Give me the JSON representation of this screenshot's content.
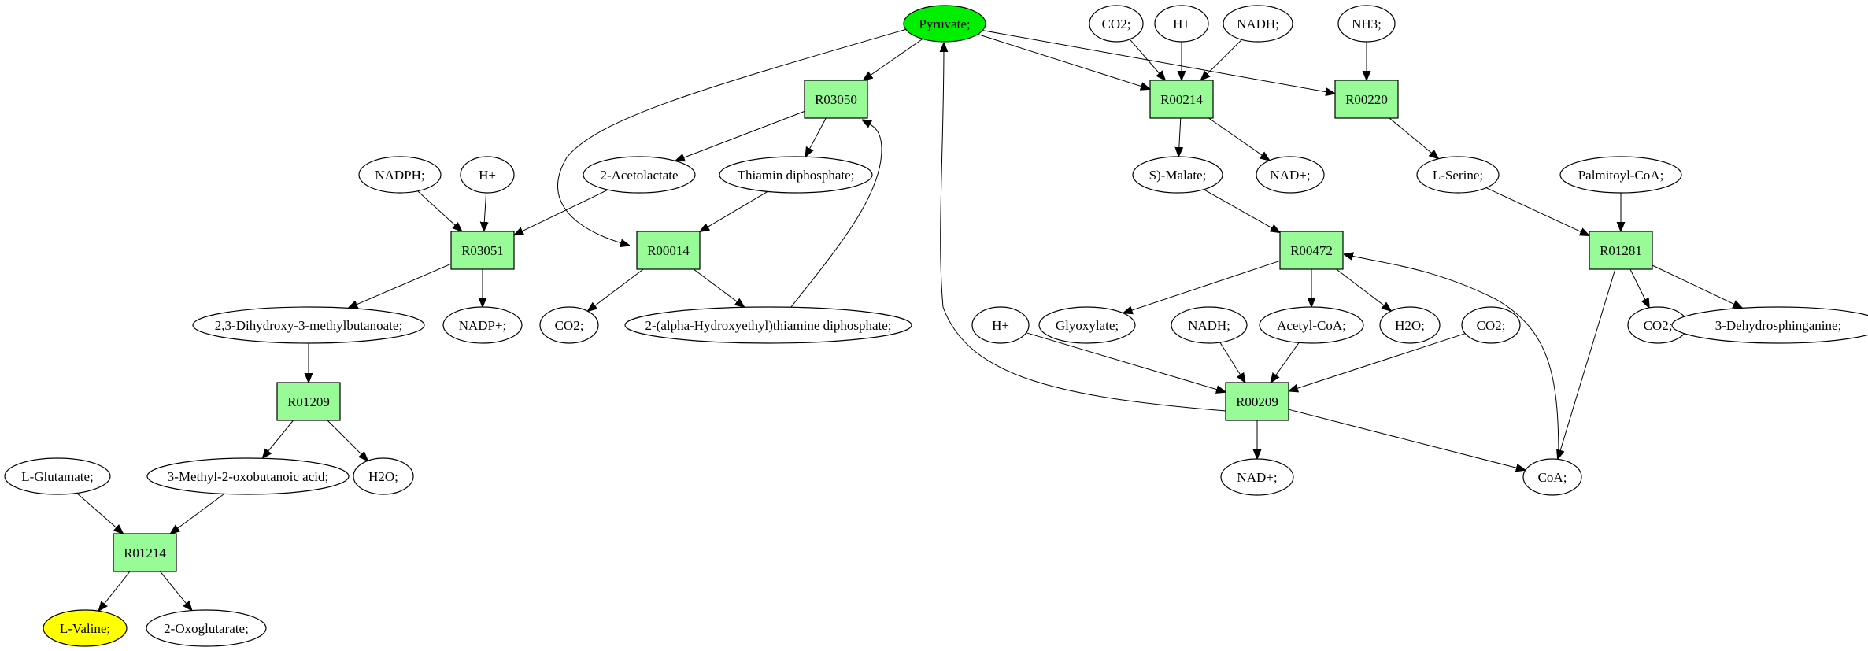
{
  "title": "Metabolic pathway graph",
  "colors": {
    "reaction_fill": "#98fb98",
    "compound_fill": "#ffffff",
    "source_fill": "#00ee00",
    "target_fill": "#ffff00",
    "stroke": "#000000"
  },
  "nodes": [
    {
      "id": "pyruvate",
      "label": "Pyruvate;",
      "kind": "source"
    },
    {
      "id": "co2_a",
      "label": "CO2;",
      "kind": "compound"
    },
    {
      "id": "hplus_a",
      "label": "H+",
      "kind": "compound"
    },
    {
      "id": "nadh_a",
      "label": "NADH;",
      "kind": "compound"
    },
    {
      "id": "nh3",
      "label": "NH3;",
      "kind": "compound"
    },
    {
      "id": "R03050",
      "label": "R03050",
      "kind": "reaction"
    },
    {
      "id": "R00214",
      "label": "R00214",
      "kind": "reaction"
    },
    {
      "id": "R00220",
      "label": "R00220",
      "kind": "reaction"
    },
    {
      "id": "nadph",
      "label": "NADPH;",
      "kind": "compound"
    },
    {
      "id": "hplus_b",
      "label": "H+",
      "kind": "compound"
    },
    {
      "id": "acetolactate",
      "label": "2-Acetolactate",
      "kind": "compound"
    },
    {
      "id": "thiamin",
      "label": "Thiamin diphosphate;",
      "kind": "compound"
    },
    {
      "id": "malate",
      "label": "S)-Malate;",
      "kind": "compound"
    },
    {
      "id": "nadplus_a",
      "label": "NAD+;",
      "kind": "compound"
    },
    {
      "id": "serine",
      "label": "L-Serine;",
      "kind": "compound"
    },
    {
      "id": "palmitoyl",
      "label": "Palmitoyl-CoA;",
      "kind": "compound"
    },
    {
      "id": "R03051",
      "label": "R03051",
      "kind": "reaction"
    },
    {
      "id": "R00014",
      "label": "R00014",
      "kind": "reaction"
    },
    {
      "id": "R00472",
      "label": "R00472",
      "kind": "reaction"
    },
    {
      "id": "R01281",
      "label": "R01281",
      "kind": "reaction"
    },
    {
      "id": "dihydroxy",
      "label": "2,3-Dihydroxy-3-methylbutanoate;",
      "kind": "compound"
    },
    {
      "id": "nadpplus",
      "label": "NADP+;",
      "kind": "compound"
    },
    {
      "id": "co2_b",
      "label": "CO2;",
      "kind": "compound"
    },
    {
      "id": "hydroxyethyl",
      "label": "2-(alpha-Hydroxyethyl)thiamine diphosphate;",
      "kind": "compound"
    },
    {
      "id": "hplus_c",
      "label": "H+",
      "kind": "compound"
    },
    {
      "id": "glyoxylate",
      "label": "Glyoxylate;",
      "kind": "compound"
    },
    {
      "id": "nadh_b",
      "label": "NADH;",
      "kind": "compound"
    },
    {
      "id": "acetylcoa",
      "label": "Acetyl-CoA;",
      "kind": "compound"
    },
    {
      "id": "h2o_a",
      "label": "H2O;",
      "kind": "compound"
    },
    {
      "id": "co2_c",
      "label": "CO2;",
      "kind": "compound"
    },
    {
      "id": "co2_d",
      "label": "CO2;",
      "kind": "compound"
    },
    {
      "id": "dehydrosphinganine",
      "label": "3-Dehydrosphinganine;",
      "kind": "compound"
    },
    {
      "id": "R01209",
      "label": "R01209",
      "kind": "reaction"
    },
    {
      "id": "R00209",
      "label": "R00209",
      "kind": "reaction"
    },
    {
      "id": "glutamate",
      "label": "L-Glutamate;",
      "kind": "compound"
    },
    {
      "id": "methyloxo",
      "label": "3-Methyl-2-oxobutanoic acid;",
      "kind": "compound"
    },
    {
      "id": "h2o_b",
      "label": "H2O;",
      "kind": "compound"
    },
    {
      "id": "nadplus_b",
      "label": "NAD+;",
      "kind": "compound"
    },
    {
      "id": "coa",
      "label": "CoA;",
      "kind": "compound"
    },
    {
      "id": "R01214",
      "label": "R01214",
      "kind": "reaction"
    },
    {
      "id": "valine",
      "label": "L-Valine;",
      "kind": "target"
    },
    {
      "id": "oxoglutarate",
      "label": "2-Oxoglutarate;",
      "kind": "compound"
    }
  ],
  "edges": [
    {
      "from": "pyruvate",
      "to": "R03050"
    },
    {
      "from": "pyruvate",
      "to": "R00014"
    },
    {
      "from": "pyruvate",
      "to": "R00214"
    },
    {
      "from": "pyruvate",
      "to": "R00220"
    },
    {
      "from": "co2_a",
      "to": "R00214"
    },
    {
      "from": "hplus_a",
      "to": "R00214"
    },
    {
      "from": "nadh_a",
      "to": "R00214"
    },
    {
      "from": "nh3",
      "to": "R00220"
    },
    {
      "from": "R03050",
      "to": "acetolactate"
    },
    {
      "from": "R03050",
      "to": "thiamin"
    },
    {
      "from": "R00214",
      "to": "malate"
    },
    {
      "from": "R00214",
      "to": "nadplus_a"
    },
    {
      "from": "R00220",
      "to": "serine"
    },
    {
      "from": "nadph",
      "to": "R03051"
    },
    {
      "from": "hplus_b",
      "to": "R03051"
    },
    {
      "from": "acetolactate",
      "to": "R03051"
    },
    {
      "from": "thiamin",
      "to": "R00014"
    },
    {
      "from": "malate",
      "to": "R00472"
    },
    {
      "from": "serine",
      "to": "R01281"
    },
    {
      "from": "palmitoyl",
      "to": "R01281"
    },
    {
      "from": "R03051",
      "to": "dihydroxy"
    },
    {
      "from": "R03051",
      "to": "nadpplus"
    },
    {
      "from": "R00014",
      "to": "co2_b"
    },
    {
      "from": "R00014",
      "to": "hydroxyethyl"
    },
    {
      "from": "hydroxyethyl",
      "to": "R03050"
    },
    {
      "from": "R00472",
      "to": "glyoxylate"
    },
    {
      "from": "R00472",
      "to": "acetylcoa"
    },
    {
      "from": "R00472",
      "to": "h2o_a"
    },
    {
      "from": "coa",
      "to": "R00472"
    },
    {
      "from": "R01281",
      "to": "co2_d"
    },
    {
      "from": "R01281",
      "to": "dehydrosphinganine"
    },
    {
      "from": "R01281",
      "to": "coa"
    },
    {
      "from": "dihydroxy",
      "to": "R01209"
    },
    {
      "from": "hplus_c",
      "to": "R00209"
    },
    {
      "from": "nadh_b",
      "to": "R00209"
    },
    {
      "from": "acetylcoa",
      "to": "R00209"
    },
    {
      "from": "co2_c",
      "to": "R00209"
    },
    {
      "from": "R00209",
      "to": "pyruvate"
    },
    {
      "from": "R00209",
      "to": "nadplus_b"
    },
    {
      "from": "R00209",
      "to": "coa"
    },
    {
      "from": "R01209",
      "to": "methyloxo"
    },
    {
      "from": "R01209",
      "to": "h2o_b"
    },
    {
      "from": "glutamate",
      "to": "R01214"
    },
    {
      "from": "methyloxo",
      "to": "R01214"
    },
    {
      "from": "R01214",
      "to": "valine"
    },
    {
      "from": "R01214",
      "to": "oxoglutarate"
    }
  ]
}
